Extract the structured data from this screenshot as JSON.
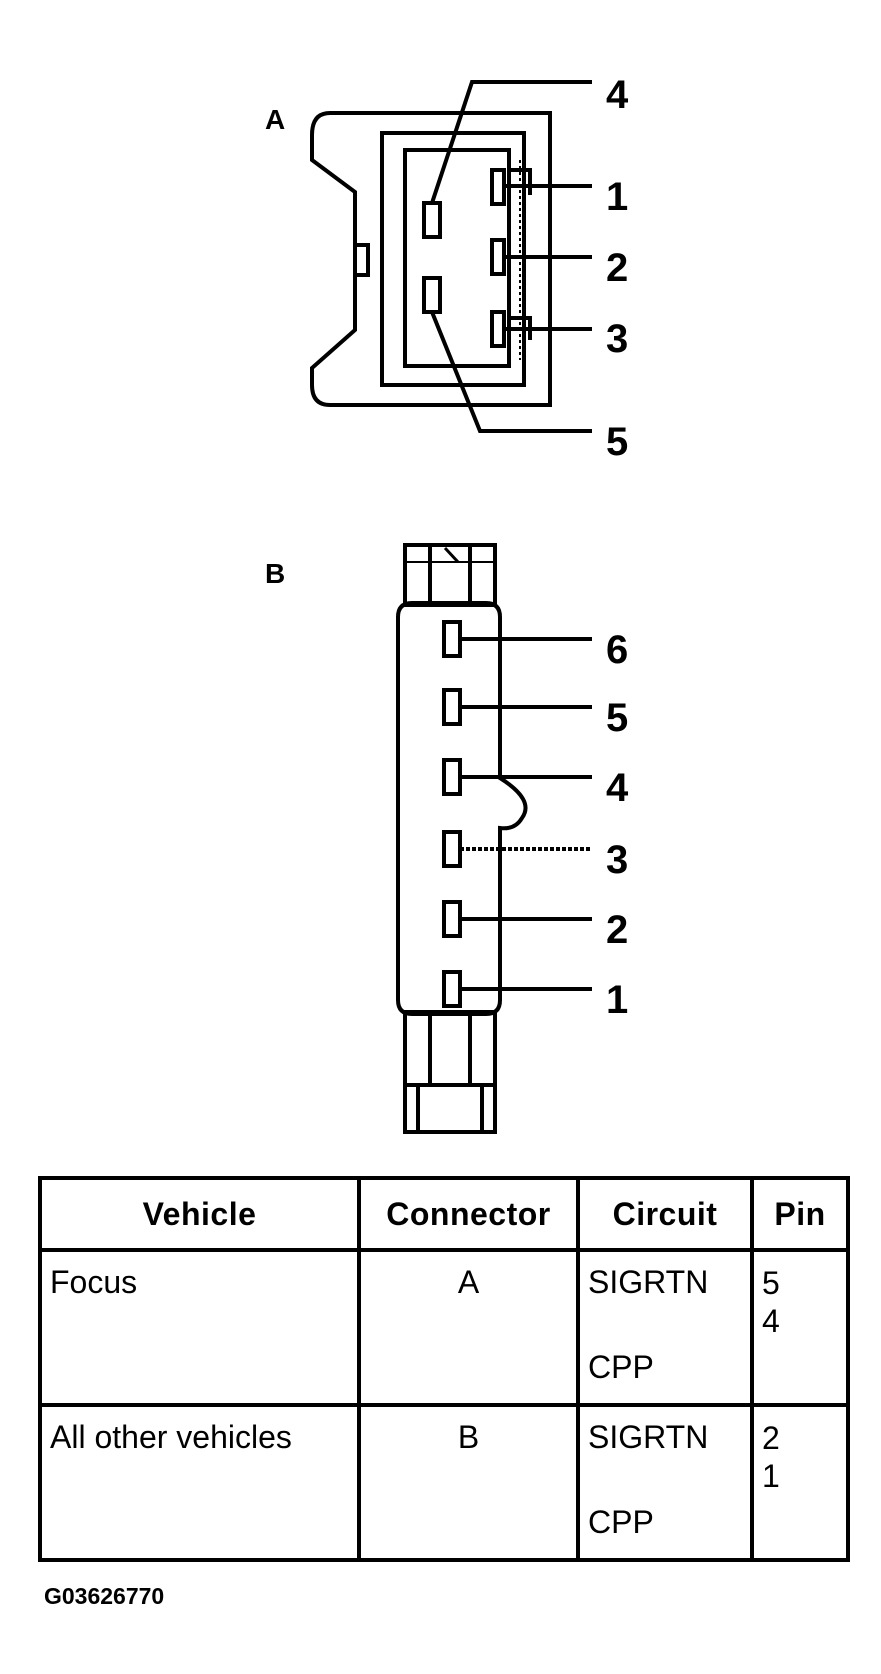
{
  "connector_a": {
    "label": "A",
    "pins": [
      "4",
      "1",
      "2",
      "3",
      "5"
    ]
  },
  "connector_b": {
    "label": "B",
    "pins": [
      "6",
      "5",
      "4",
      "3",
      "2",
      "1"
    ]
  },
  "table": {
    "headers": {
      "vehicle": "Vehicle",
      "connector": "Connector",
      "circuit": "Circuit",
      "pin": "Pin"
    },
    "rows": [
      {
        "vehicle": "Focus",
        "connector": "A",
        "circuits": [
          "SIGRTN",
          "CPP"
        ],
        "pins": [
          "5",
          "4"
        ]
      },
      {
        "vehicle": "All other vehicles",
        "connector": "B",
        "circuits": [
          "SIGRTN",
          "CPP"
        ],
        "pins": [
          "2",
          "1"
        ]
      }
    ]
  },
  "figure_id": "G03626770"
}
